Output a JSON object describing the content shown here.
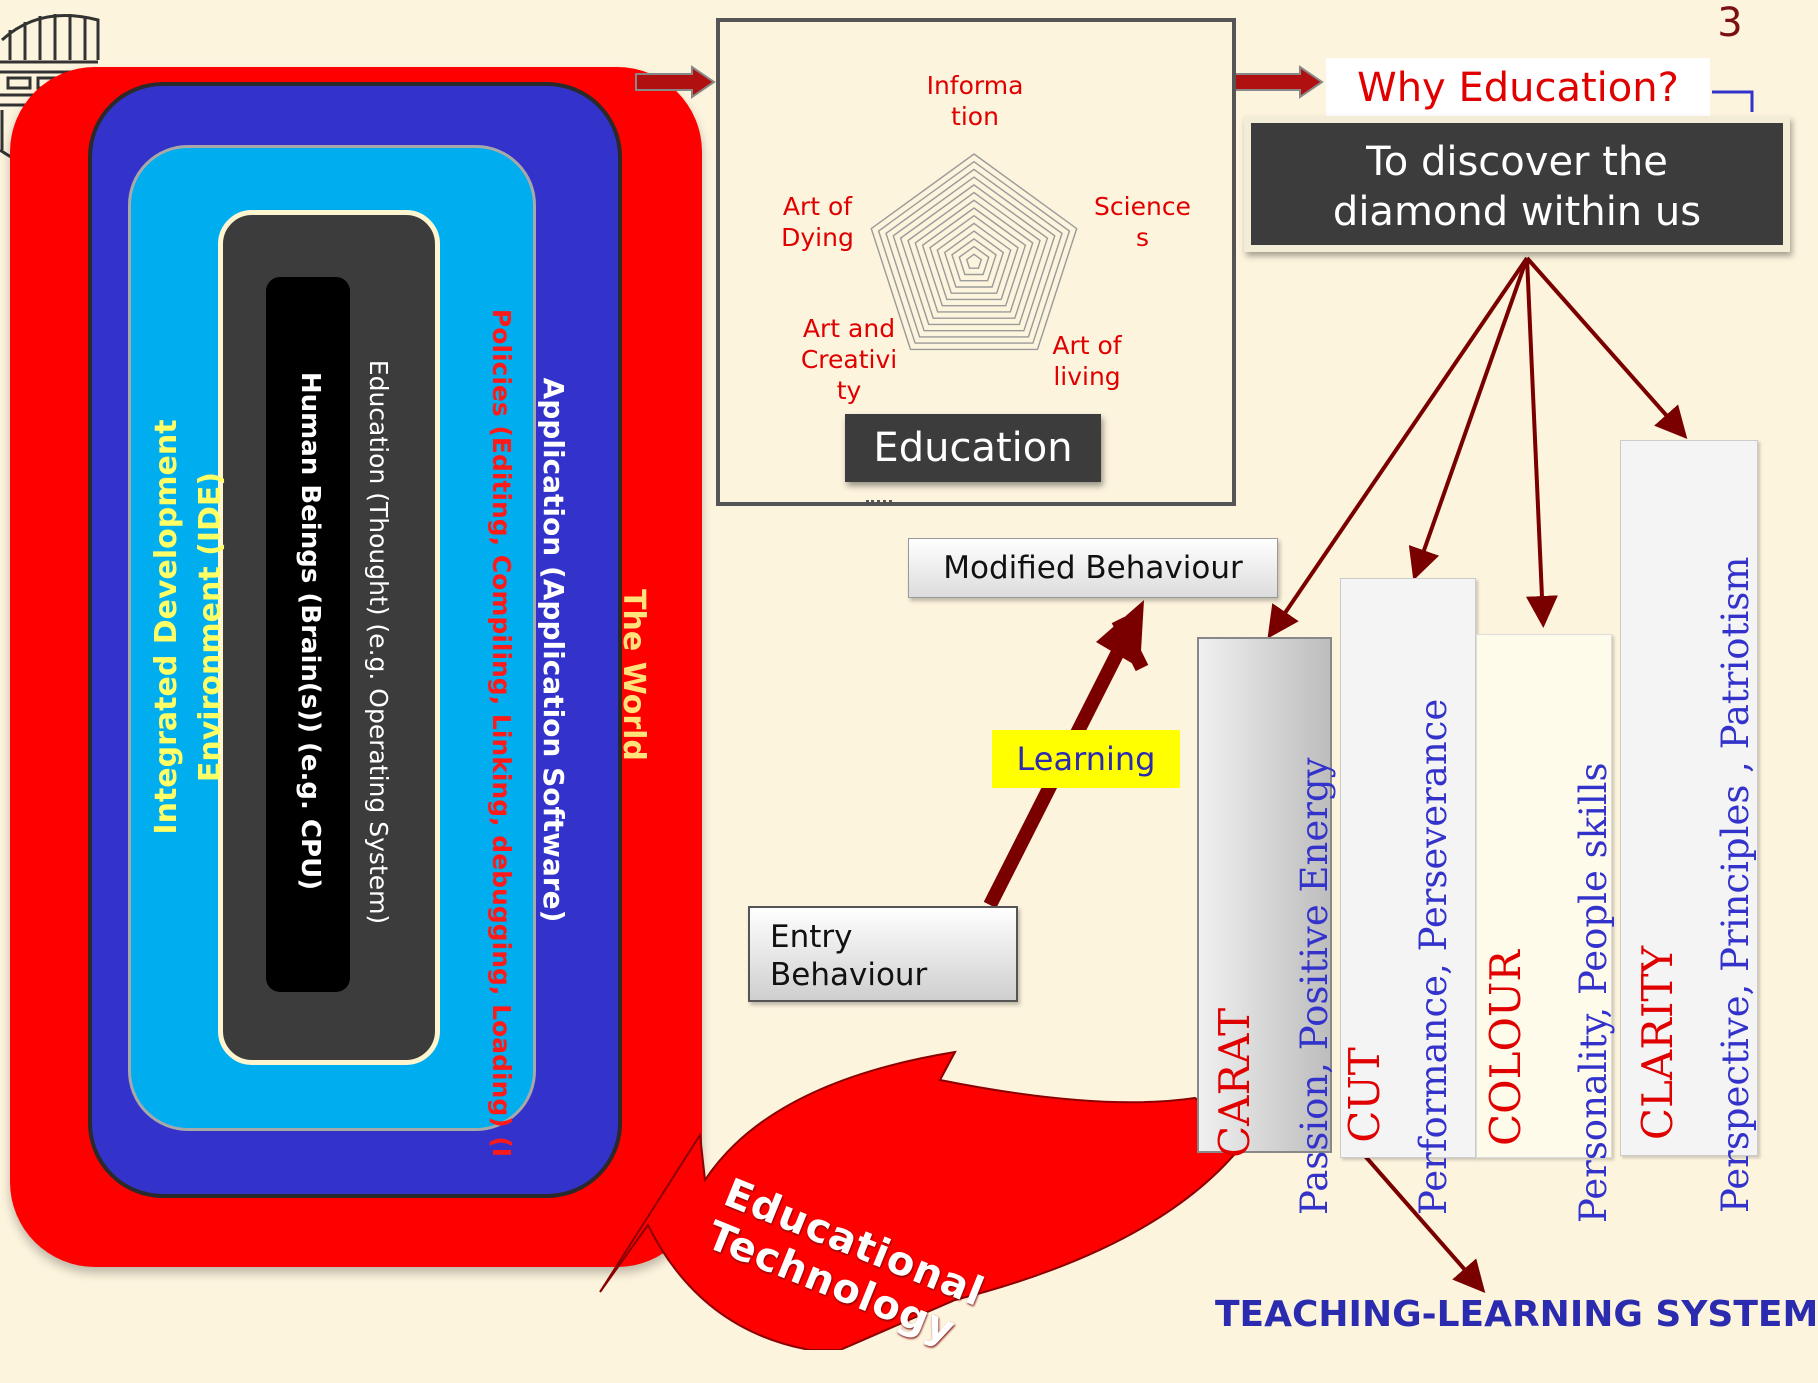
{
  "slide_number": "3",
  "nested": {
    "world": "The World",
    "application": "Application (Application Software)",
    "policies": "Policies (Editing, Compiling, Linking, debugging, Loading) (I",
    "ide": "Integrated  Development Environment (IDE)",
    "education": "Education (Thought) (e.g. Operating System)",
    "human": "Human Beings (Brain(s)) (e.g. CPU)"
  },
  "radar": {
    "labels": [
      "Informa\ntion",
      "Science\ns",
      "Art of\nliving",
      "Art and\nCreativi\nty",
      "Art of\nDying"
    ],
    "title": "Education"
  },
  "why": {
    "question": "Why Education?",
    "answer": "To discover the\ndiamond within us"
  },
  "behaviour": {
    "modified": "Modified Behaviour",
    "entry": "Entry\nBehaviour",
    "learning": "Learning"
  },
  "cs": [
    {
      "key": "CARAT",
      "desc": "Passion, Positive Energy"
    },
    {
      "key": "CUT",
      "desc": "Performance, Perseverance"
    },
    {
      "key": "COLOUR",
      "desc": "Personality, People skills"
    },
    {
      "key": "CLARITY",
      "desc": "Perspective, Principles , Patriotism"
    }
  ],
  "ed_tech": "Educational\nTechnology",
  "system": "TEACHING-LEARNING SYSTEM",
  "colors": {
    "background": "#fdf4de",
    "world_red": "#ff0000",
    "app_blue": "#3333cc",
    "ide_cyan": "#00aeef",
    "ide_text": "#ffff66",
    "dark": "#3c3c3c",
    "arrow_maroon": "#7a0000",
    "system_blue": "#2b2bb0"
  }
}
